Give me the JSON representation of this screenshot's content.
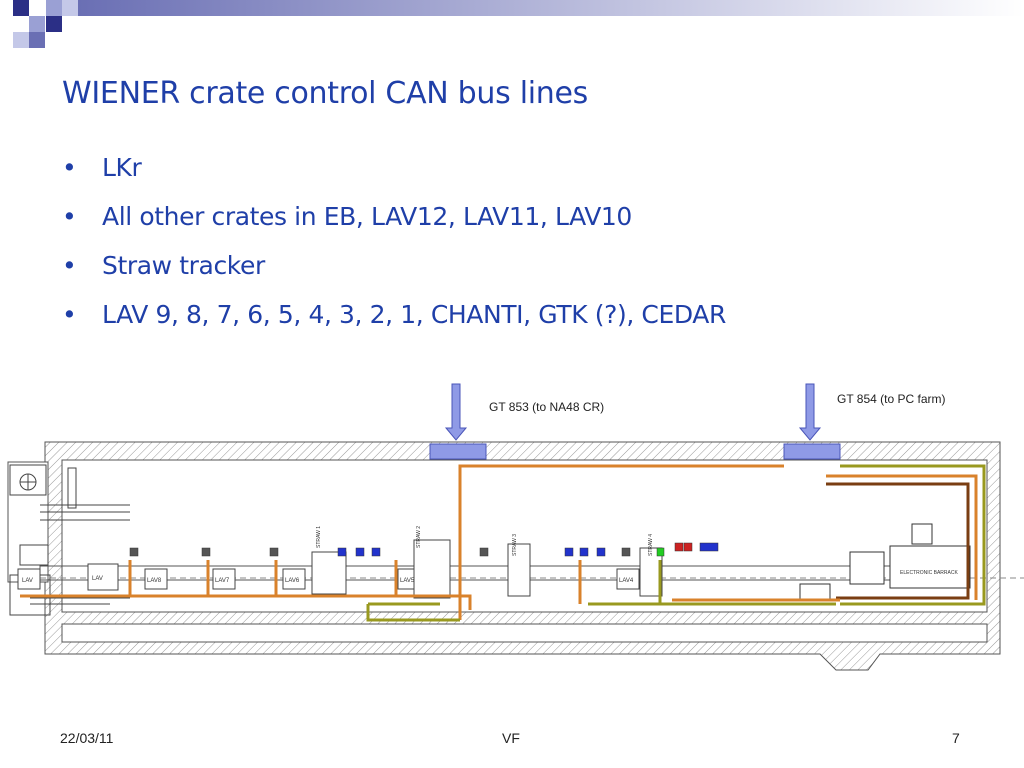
{
  "slide": {
    "title": "WIENER crate control CAN bus lines",
    "bullets": [
      "LKr",
      "All other crates in EB, LAV12, LAV11, LAV10",
      "Straw tracker",
      "LAV 9, 8, 7, 6, 5, 4, 3, 2, 1, CHANTI, GTK (?), CEDAR"
    ],
    "bullet_symbol": "•"
  },
  "diagram": {
    "gt853_label": "GT 853 (to NA48 CR)",
    "gt854_label": "GT 854 (to PC farm)",
    "barrack_label": "ELECTRONIC BARRACK",
    "lav_labels": [
      "LAV",
      "LAV",
      "LAV8",
      "LAV7",
      "LAV6",
      "LAV5",
      "LAV4"
    ],
    "straw_labels": [
      "STRAW 1",
      "STRAW 2",
      "STRAW 3",
      "STRAW 4"
    ],
    "colors": {
      "arrow": "#8f9ae6",
      "duct": "#8f9ae6",
      "cable_orange": "#d9822b",
      "cable_olive": "#99991f",
      "cable_brown": "#7a3e12",
      "title_blue": "#1f3fa8"
    }
  },
  "footer": {
    "date": "22/03/11",
    "author": "VF",
    "page": "7"
  }
}
